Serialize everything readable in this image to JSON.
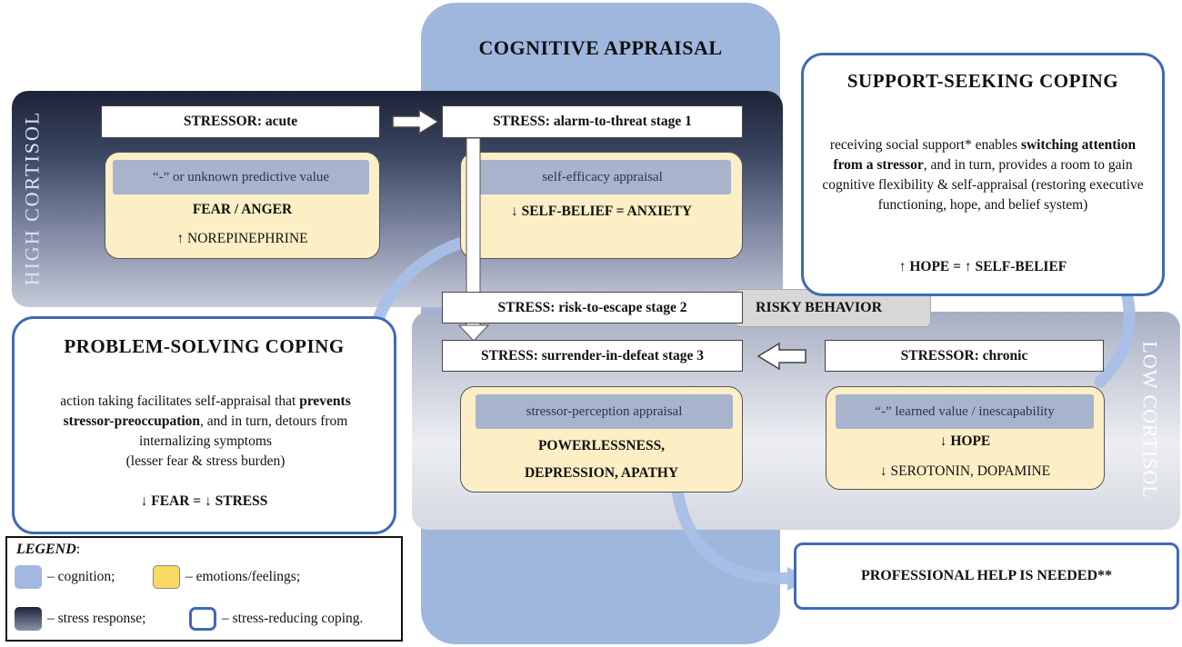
{
  "cognitive_appraisal": {
    "title": "COGNITIVE APPRAISAL"
  },
  "high_cortisol": {
    "label": "HIGH CORTISOL"
  },
  "low_cortisol": {
    "label": "LOW CORTISOL"
  },
  "stressor_acute": {
    "label": "STRESSOR: acute"
  },
  "stress_stage1": {
    "label": "STRESS: alarm-to-threat stage 1"
  },
  "stress_stage2": {
    "label": "STRESS: risk-to-escape stage 2"
  },
  "stress_stage3": {
    "label": "STRESS: surrender-in-defeat stage 3"
  },
  "stressor_chronic": {
    "label": "STRESSOR: chronic"
  },
  "risky_behavior": {
    "label": "RISKY BEHAVIOR"
  },
  "fear_box": {
    "appraisal": "“-” or unknown predictive value",
    "emotion": "FEAR / ANGER",
    "neuro": "↑ NOREPINEPHRINE"
  },
  "anxiety_box": {
    "appraisal": "self-efficacy appraisal",
    "emotion": "↓ SELF-BELIEF =  ANXIETY"
  },
  "powerless_box": {
    "appraisal": "stressor-perception appraisal",
    "emotion_line1": "POWERLESSNESS,",
    "emotion_line2": "DEPRESSION, APATHY"
  },
  "hope_box": {
    "appraisal": "“-” learned value / inescapability",
    "emotion": "↓ HOPE",
    "neuro": "↓ SEROTONIN, DOPAMINE"
  },
  "support_coping": {
    "title": "SUPPORT-SEEKING COPING",
    "text_1": "receiving social support* enables ",
    "text_bold": "switching attention from a stressor",
    "text_2": ", and in turn, provides a room to gain cognitive flexibility & self-appraisal (restoring executive functioning, hope, and belief system)",
    "result": "↑ HOPE = ↑ SELF-BELIEF"
  },
  "problem_coping": {
    "title": "PROBLEM-SOLVING COPING",
    "text_1": "action taking facilitates self-appraisal that ",
    "text_bold": "prevents stressor-preoccupation",
    "text_2": ", and in turn, detours from internalizing symptoms",
    "text_3": "(lesser fear & stress burden)",
    "result": "↓ FEAR = ↓ STRESS"
  },
  "professional_help": {
    "label": "PROFESSIONAL HELP IS NEEDED**"
  },
  "legend": {
    "title": "LEGEND",
    "items": [
      {
        "label": "– cognition;",
        "color": "#a3b8e0"
      },
      {
        "label": "– emotions/feelings;",
        "color": "#f9d866"
      },
      {
        "label": "– stress response;",
        "color": "#2a3148"
      },
      {
        "label": "– stress-reducing coping.",
        "color": "#ffffff"
      }
    ]
  },
  "colors": {
    "cognition": "#9fb6dd",
    "emotion_box": "#fcefc6",
    "coping_border": "#3f6ab8",
    "appraisal_bar": "#a7b4cc"
  }
}
